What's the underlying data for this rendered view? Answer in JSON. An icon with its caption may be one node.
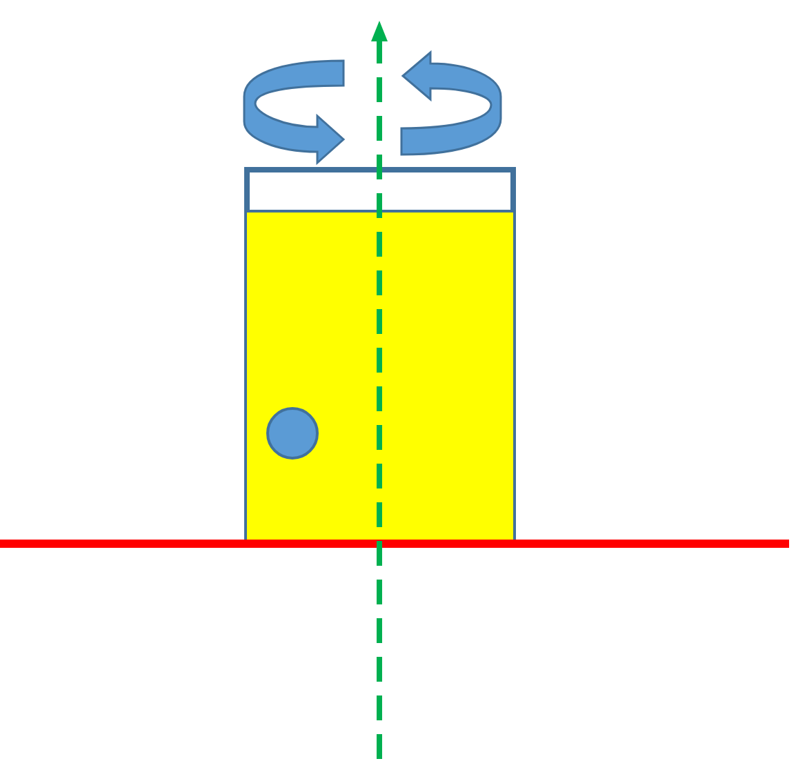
{
  "diagram": {
    "nodes": [
      {
        "text": [],
        "shape": "box"
      },
      {
        "text": [],
        "shape": "box",
        "in": 0
      },
      {
        "text": [],
        "shape": "circle",
        "in": 0
      }
    ]
  }
}
